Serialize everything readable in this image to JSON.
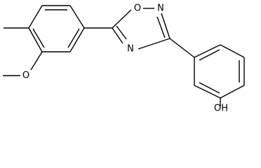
{
  "molecule": {
    "atoms": {
      "ring_oxygen": "O",
      "ring_nitrogen_top": "N",
      "ring_nitrogen_bottom": "N",
      "methoxy_oxygen": "O",
      "hydroxyl": "OH"
    }
  }
}
